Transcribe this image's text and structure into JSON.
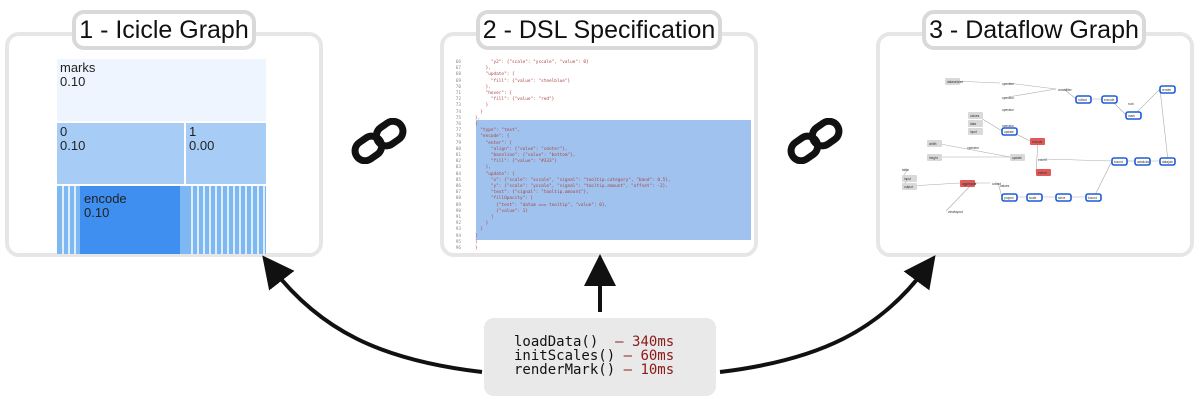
{
  "panels": {
    "icicle": {
      "title": "1 - Icicle Graph"
    },
    "dsl": {
      "title": "2 - DSL Specification"
    },
    "dataflow": {
      "title": "3 - Dataflow Graph"
    }
  },
  "icicle": {
    "root": {
      "label": "marks",
      "value": "0.10"
    },
    "child_a": {
      "label": "0",
      "value": "0.10"
    },
    "child_b": {
      "label": "1",
      "value": "0.00"
    },
    "leaf": {
      "label": "encode",
      "value": "0.10"
    }
  },
  "dsl": {
    "line_numbers": [
      "66",
      "67",
      "68",
      "69",
      "70",
      "71",
      "72",
      "73",
      "74",
      "75",
      "76",
      "77",
      "78",
      "79",
      "80",
      "81",
      "82",
      "83",
      "84",
      "85",
      "86",
      "87",
      "88",
      "89",
      "90",
      "91",
      "92",
      "93",
      "94",
      "95",
      "96"
    ],
    "lines": [
      "      \"y2\": {\"scale\": \"yscale\", \"value\": 0}",
      "    },",
      "    \"update\": {",
      "      \"fill\": {\"value\": \"steelblue\"}",
      "    },",
      "    \"hover\": {",
      "      \"fill\": {\"value\": \"red\"}",
      "    }",
      "  }",
      "},",
      "{",
      "  \"type\": \"text\",",
      "  \"encode\": {",
      "    \"enter\": {",
      "      \"align\": {\"value\": \"center\"},",
      "      \"baseline\": {\"value\": \"bottom\"},",
      "      \"fill\": {\"value\": \"#333\"}",
      "    },",
      "    \"update\": {",
      "      \"x\": {\"scale\": \"xscale\", \"signal\": \"tooltip.category\", \"band\": 0.5},",
      "      \"y\": {\"scale\": \"yscale\", \"signal\": \"tooltip.amount\", \"offset\": -2},",
      "      \"text\": {\"signal\": \"tooltip.amount\"},",
      "      \"fillOpacity\": [",
      "        {\"test\": \"datum === tooltip\", \"value\": 0},",
      "        {\"value\": 1}",
      "      ]",
      "    }",
      "  }",
      "}",
      "]",
      "}"
    ]
  },
  "dataflow": {
    "nodes": [
      "datasetsize",
      "operator",
      "operator",
      "operator",
      "operator",
      "crossfilter",
      "root",
      "values",
      "data",
      "input",
      "update",
      "operator",
      "width",
      "height",
      "update",
      "encode",
      "collect",
      "table",
      "input",
      "output",
      "aggregate",
      "collect",
      "values",
      "extent",
      "extent",
      "project",
      "scale",
      "sieve",
      "bound",
      "bound",
      "axisticks",
      "datajoin",
      "collect",
      "encode",
      "mark",
      "render",
      "viewlayout"
    ]
  },
  "timings": [
    {
      "fn": "loadData()",
      "sep": "  –",
      "time": "340ms"
    },
    {
      "fn": "initScales()",
      "sep": " –",
      "time": "60ms"
    },
    {
      "fn": "renderMark()",
      "sep": " –",
      "time": "10ms"
    }
  ],
  "colors": {
    "arrow": "#111111",
    "time": "#8b1a1a",
    "highlight": "#9fc3ee",
    "node_blue": "#1f5bd6",
    "node_red": "#e05a5a"
  },
  "icons": [
    "link-icon",
    "link-icon"
  ]
}
